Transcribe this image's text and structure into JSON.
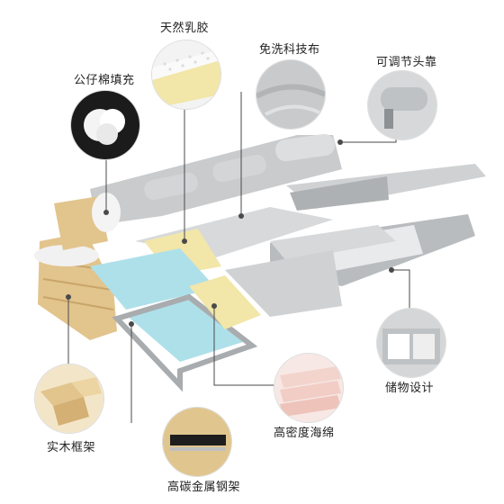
{
  "labels": {
    "latex": "天然乳胶",
    "wash_free_fabric": "免洗科技布",
    "adjustable_headrest": "可调节头靠",
    "cotton_fill": "公仔棉填充",
    "storage": "储物设计",
    "high_density_foam": "高密度海绵",
    "solid_wood_frame": "实木框架",
    "carbon_steel_frame": "高碳金属钢架"
  },
  "colors": {
    "leader_line": "#4a4a4a",
    "sofa_grey": "#c9cbcd",
    "sofa_dark": "#a9acae",
    "wood": "#e2c48d",
    "latex_yellow": "#f2e6a8",
    "foam_blue": "#aee0ea"
  },
  "icons": {
    "latex": "latex-foam-icon",
    "fabric": "fabric-swatch-icon",
    "headrest": "headrest-icon",
    "cotton": "cotton-ball-icon",
    "storage": "storage-box-icon",
    "foam": "foam-layers-icon",
    "wood": "wood-planks-icon",
    "steel": "steel-frame-icon"
  }
}
